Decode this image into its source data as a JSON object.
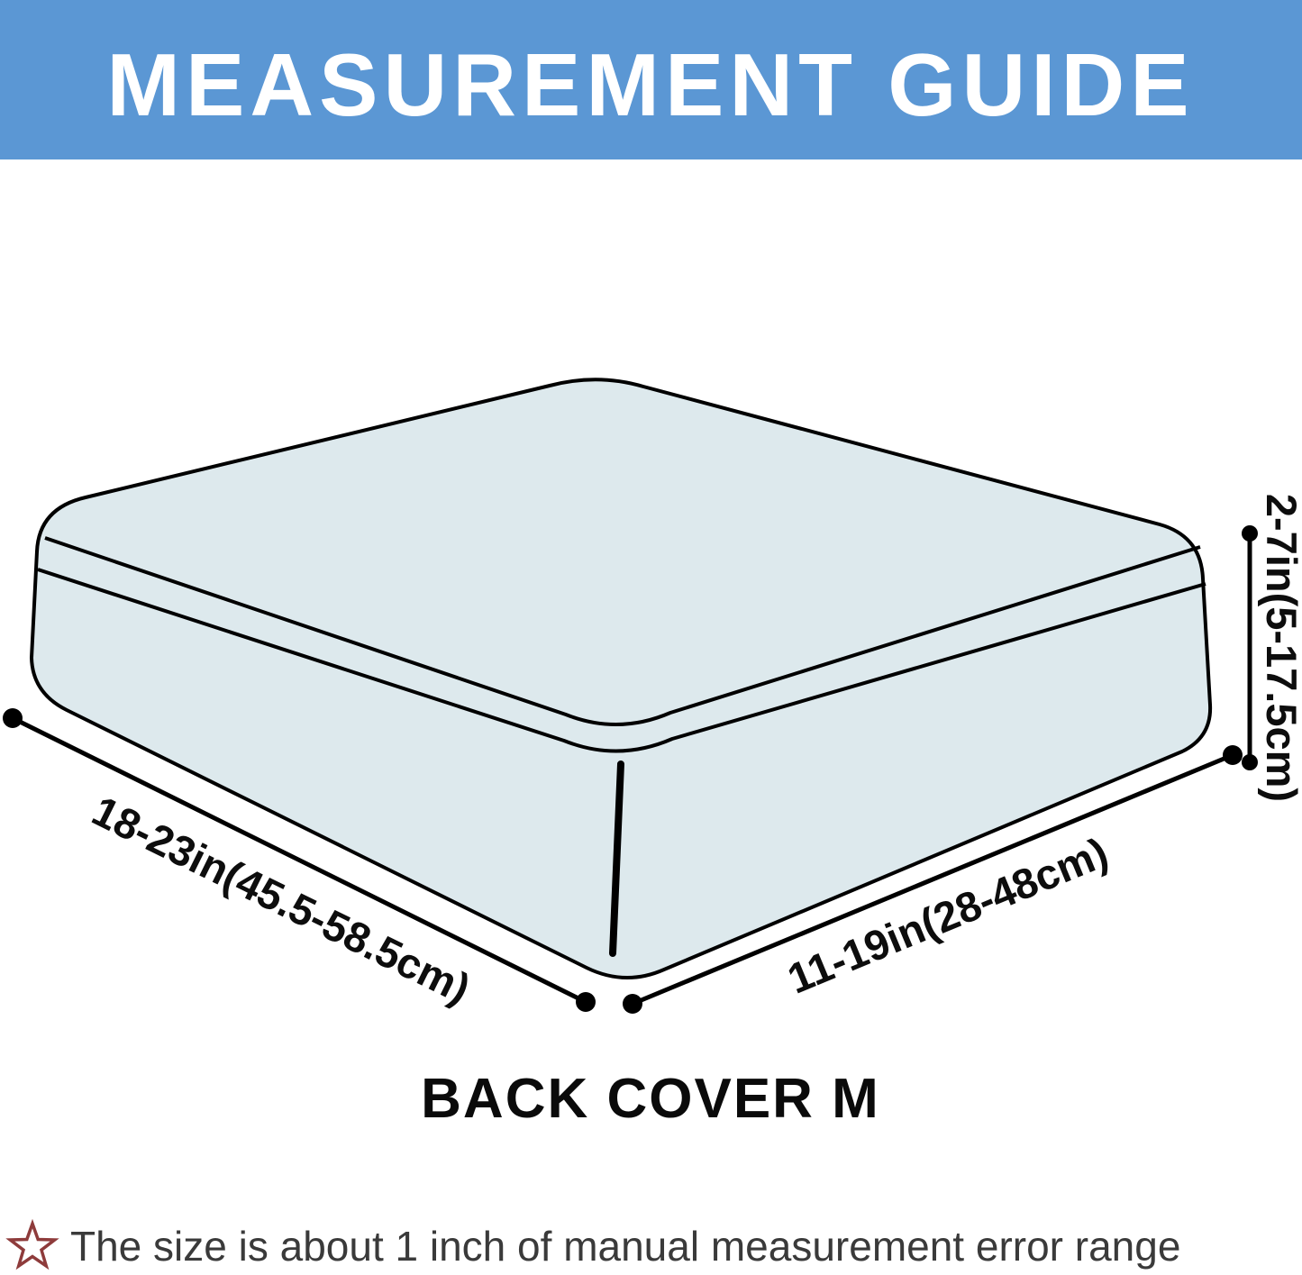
{
  "header": {
    "title": "MEASUREMENT GUIDE"
  },
  "diagram": {
    "caption": "BACK COVER M",
    "width_label": "18-23in(45.5-58.5cm)",
    "depth_label": "11-19in(28-48cm)",
    "height_label": "2-7in(5-17.5cm)"
  },
  "footnote": {
    "icon": "star-icon",
    "text": "The size is about 1 inch of manual measurement error range"
  },
  "colors": {
    "banner_bg": "#5b97d4",
    "banner_text": "#ffffff",
    "cushion_fill": "#dde9ed",
    "outline": "#000000",
    "star_outline": "#8e3b3b"
  }
}
